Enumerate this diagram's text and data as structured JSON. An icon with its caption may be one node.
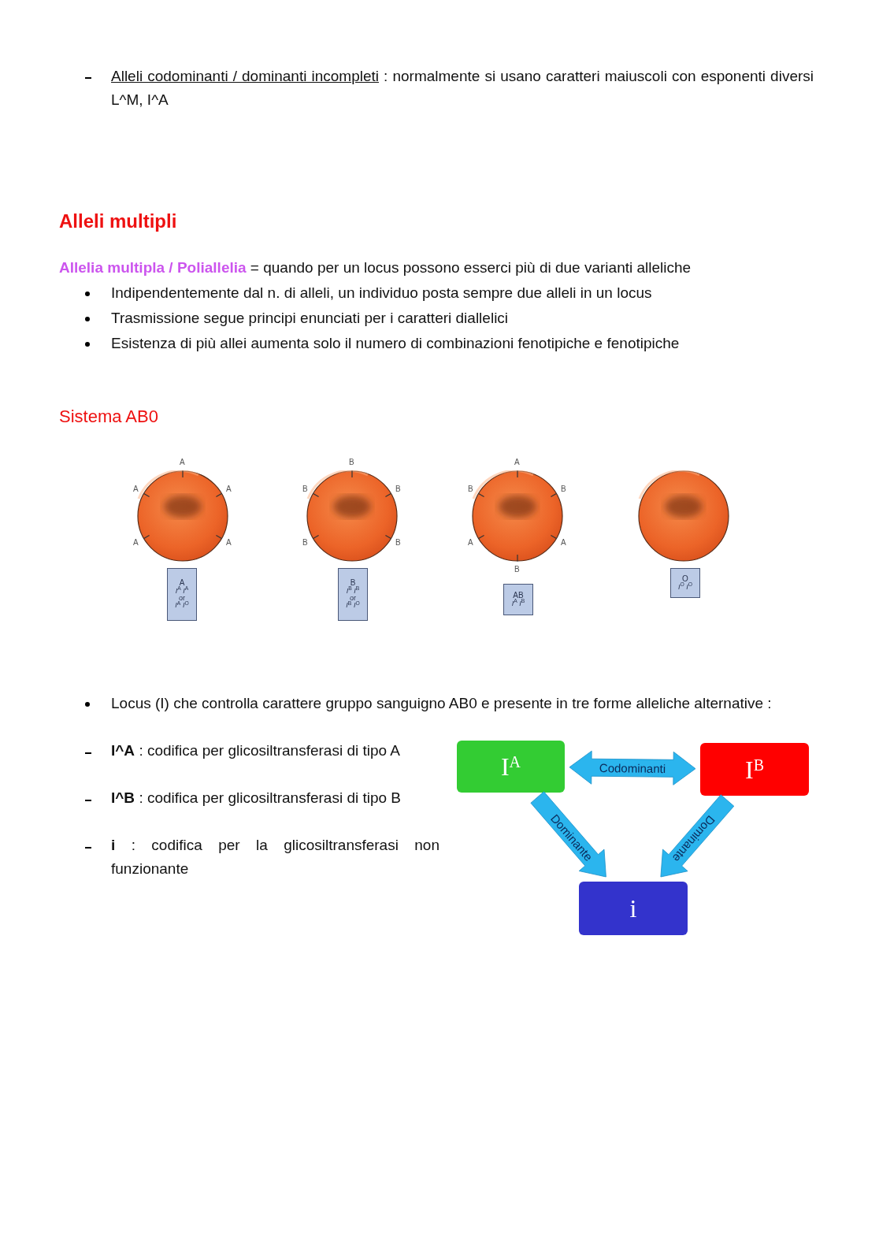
{
  "diagram": {
    "nodes": [
      {
        "text": [],
        "shape": "circle",
        "beside": [
          "A",
          "A",
          "A",
          "A",
          "A"
        ]
      },
      {
        "text": [
          "A",
          "*I*$^{A}$ *I*$^{A}$",
          "or",
          "*I*$^{A}$ *I*$^{O}$"
        ]
      },
      {
        "text": [],
        "shape": "circle",
        "beside": [
          "B",
          "B",
          "B",
          "B",
          "B"
        ]
      },
      {
        "text": [
          "B",
          "*I*$^{B}$ *I*$^{B}$",
          "or",
          "*I*$^{B}$ *I*$^{O}$"
        ]
      },
      {
        "text": [],
        "shape": "circle",
        "beside": [
          "A",
          "B",
          "B",
          "A",
          "A",
          "B"
        ]
      },
      {
        "text": [
          "AB",
          "*I*$^{A}$ *I*$^{B}$"
        ]
      },
      {
        "text": [],
        "shape": "circle"
      },
      {
        "text": [
          "O",
          "*I*$^{O}$ *I*$^{O}$"
        ]
      },
      {
        "text": [
          "I$^{A}$"
        ]
      },
      {
        "text": [
          "I$^{B}$"
        ]
      },
      {
        "text": [
          "i"
        ]
      }
    ],
    "edges": [
      {
        "from": 8,
        "to": 9,
        "arrow": "both",
        "label": "Codominanti",
        "style": "thick"
      },
      {
        "from": 8,
        "to": 10,
        "arrow": "to",
        "label": "Dominante",
        "style": "thick"
      },
      {
        "from": 9,
        "to": 10,
        "arrow": "to",
        "label": "Dominante",
        "style": "thick"
      }
    ],
    "labels": [
      "Alleli codominanti / dominanti incompleti",
      ": normalmente si usano caratteri maiuscoli con esponenti diversi L^M, I^A",
      "Alleli multipli",
      "Allelia multipla / Poliallelia",
      "= quando per un locus possono esserci più di due varianti alleliche",
      "Indipendentemente dal n. di alleli, un individuo posta sempre due alleli in un locus",
      "Trasmissione segue principi enunciati per i caratteri diallelici",
      "Esistenza di più allei aumenta solo il numero di combinazioni fenotipiche e fenotipiche",
      "Sistema AB0",
      "Locus (I) che controlla carattere gruppo sanguigno AB0 e presente in tre forme alleliche alternative :",
      "**I^A** : codifica per glicosiltransferasi di tipo A",
      "**I^B** : codifica per glicosiltransferasi di tipo B",
      "**i** : codifica per la glicosiltransferasi non funzionante"
    ]
  }
}
